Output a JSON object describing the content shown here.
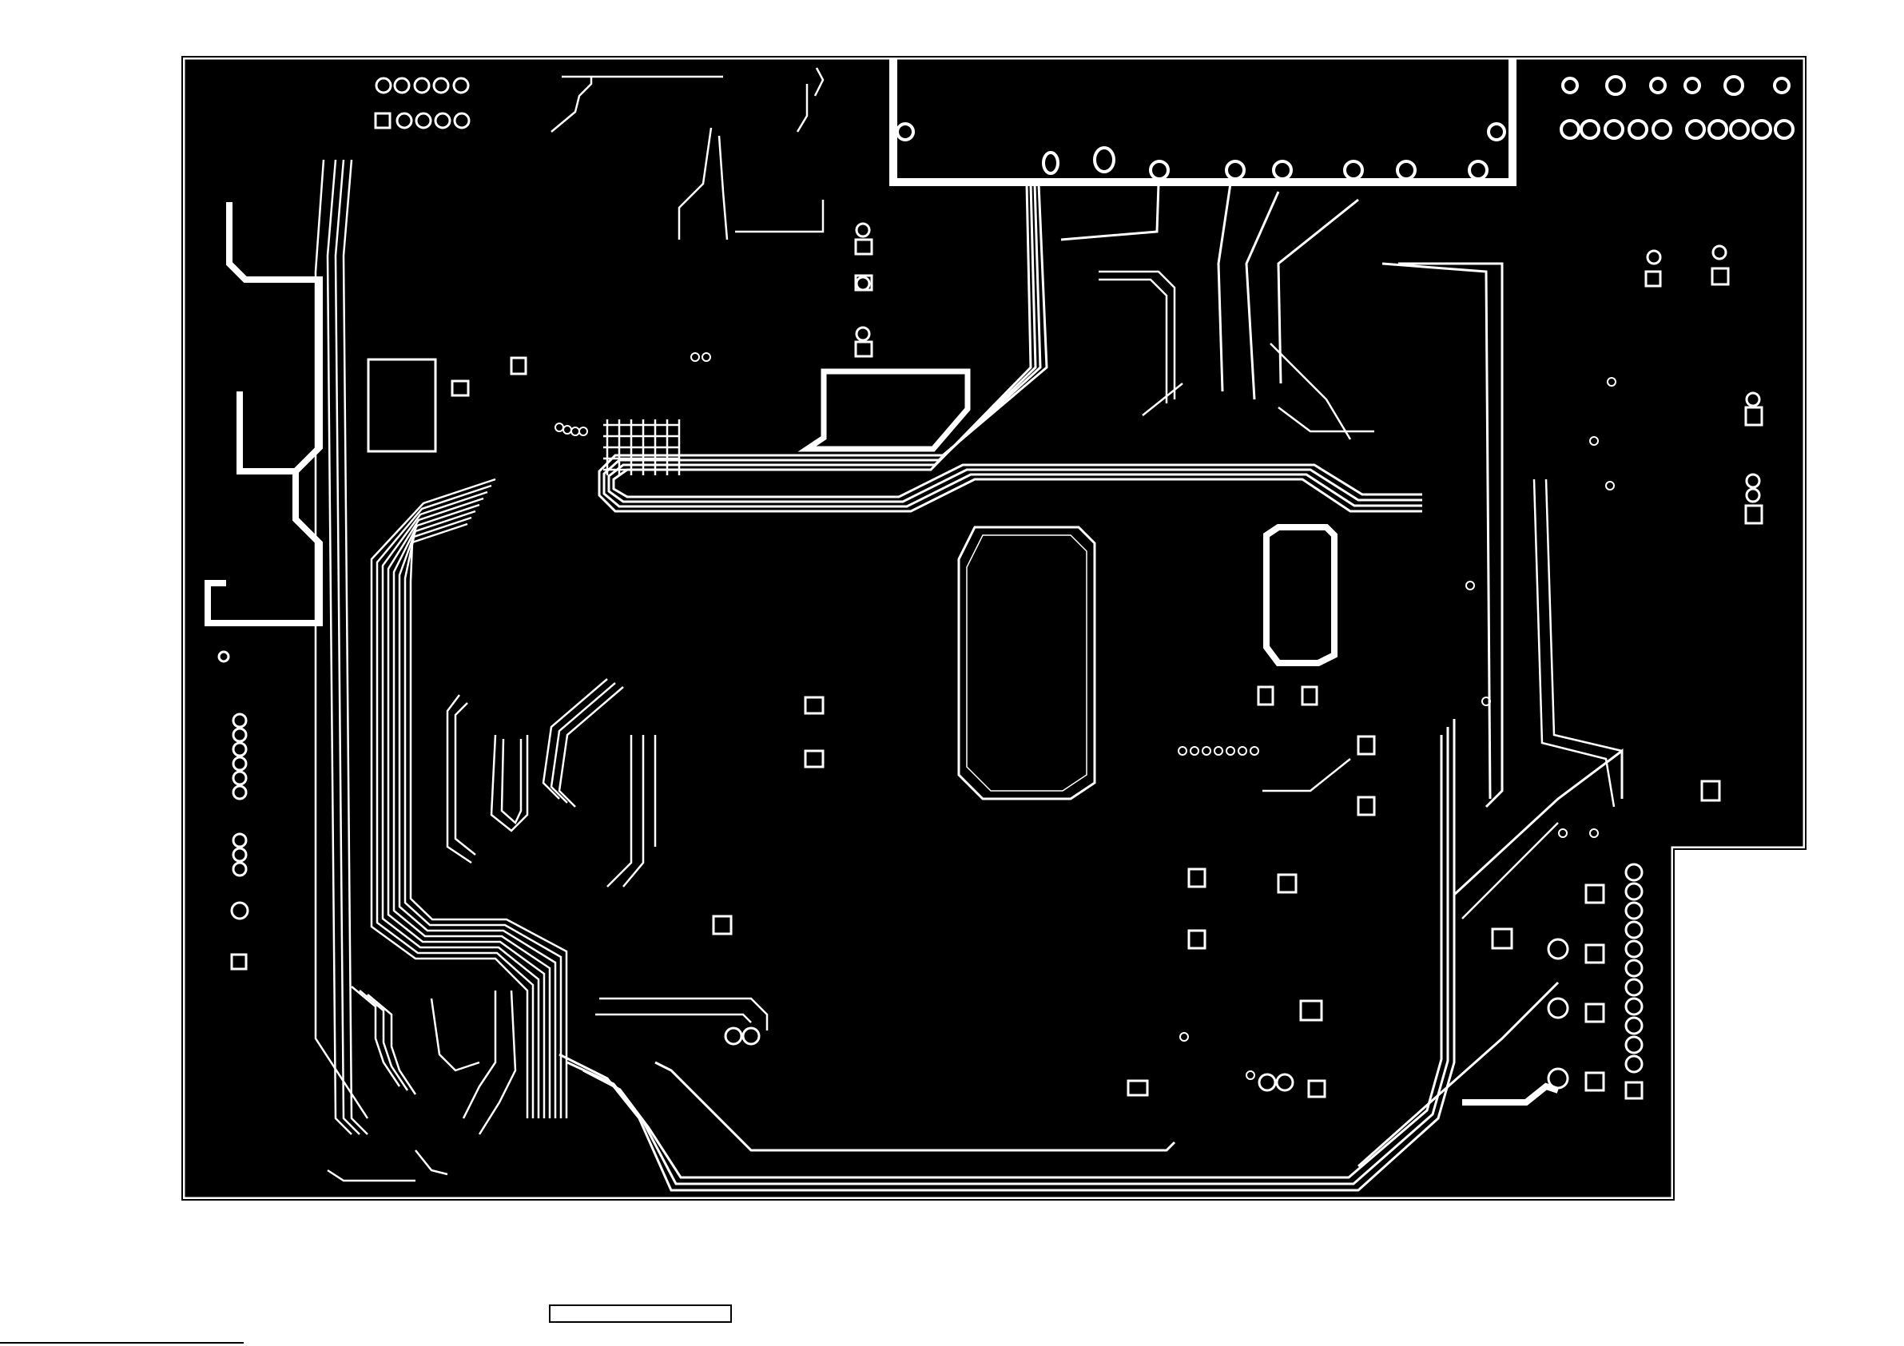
{
  "layer": {
    "name": "copper-layer-film",
    "board_color": "#000000",
    "copper_void_color": "#ffffff",
    "background_color": "#ffffff"
  },
  "features": {
    "connectors": [
      "top-edge-connector-shroud",
      "top-right-pin-header-row",
      "right-edge-pin-header-column",
      "left-edge-pin-header-column"
    ],
    "components": [
      "large-rectangular-component-pad",
      "qfp-ic-footprint",
      "bga-style-pad-array",
      "via-field"
    ],
    "regions": [
      "board-cutout-bottom-right",
      "ground-plane-fill"
    ],
    "markers": [
      "footer-title-box",
      "footer-scale-line"
    ]
  },
  "footer": {
    "title_box_text": ""
  }
}
